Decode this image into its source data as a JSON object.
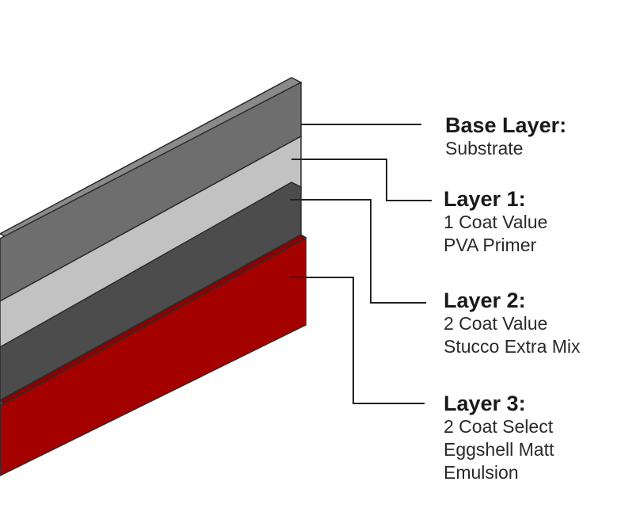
{
  "layers": [
    {
      "key": "base",
      "title": "Base Layer:",
      "lines": [
        "Substrate"
      ],
      "color": "#6e6e6e"
    },
    {
      "key": "layer1",
      "title": "Layer 1:",
      "lines": [
        "1 Coat Value",
        "PVA Primer"
      ],
      "color": "#c2c2c2"
    },
    {
      "key": "layer2",
      "title": "Layer 2:",
      "lines": [
        "2 Coat Value",
        "Stucco Extra Mix"
      ],
      "color": "#4c4c4c"
    },
    {
      "key": "layer3",
      "title": "Layer 3:",
      "lines": [
        "2 Coat Select",
        "Eggshell Matt",
        "Emulsion"
      ],
      "color": "#a40000"
    }
  ],
  "colors": {
    "outline": "#2b2b2b",
    "leader_line": "#222222",
    "background": "#ffffff"
  }
}
